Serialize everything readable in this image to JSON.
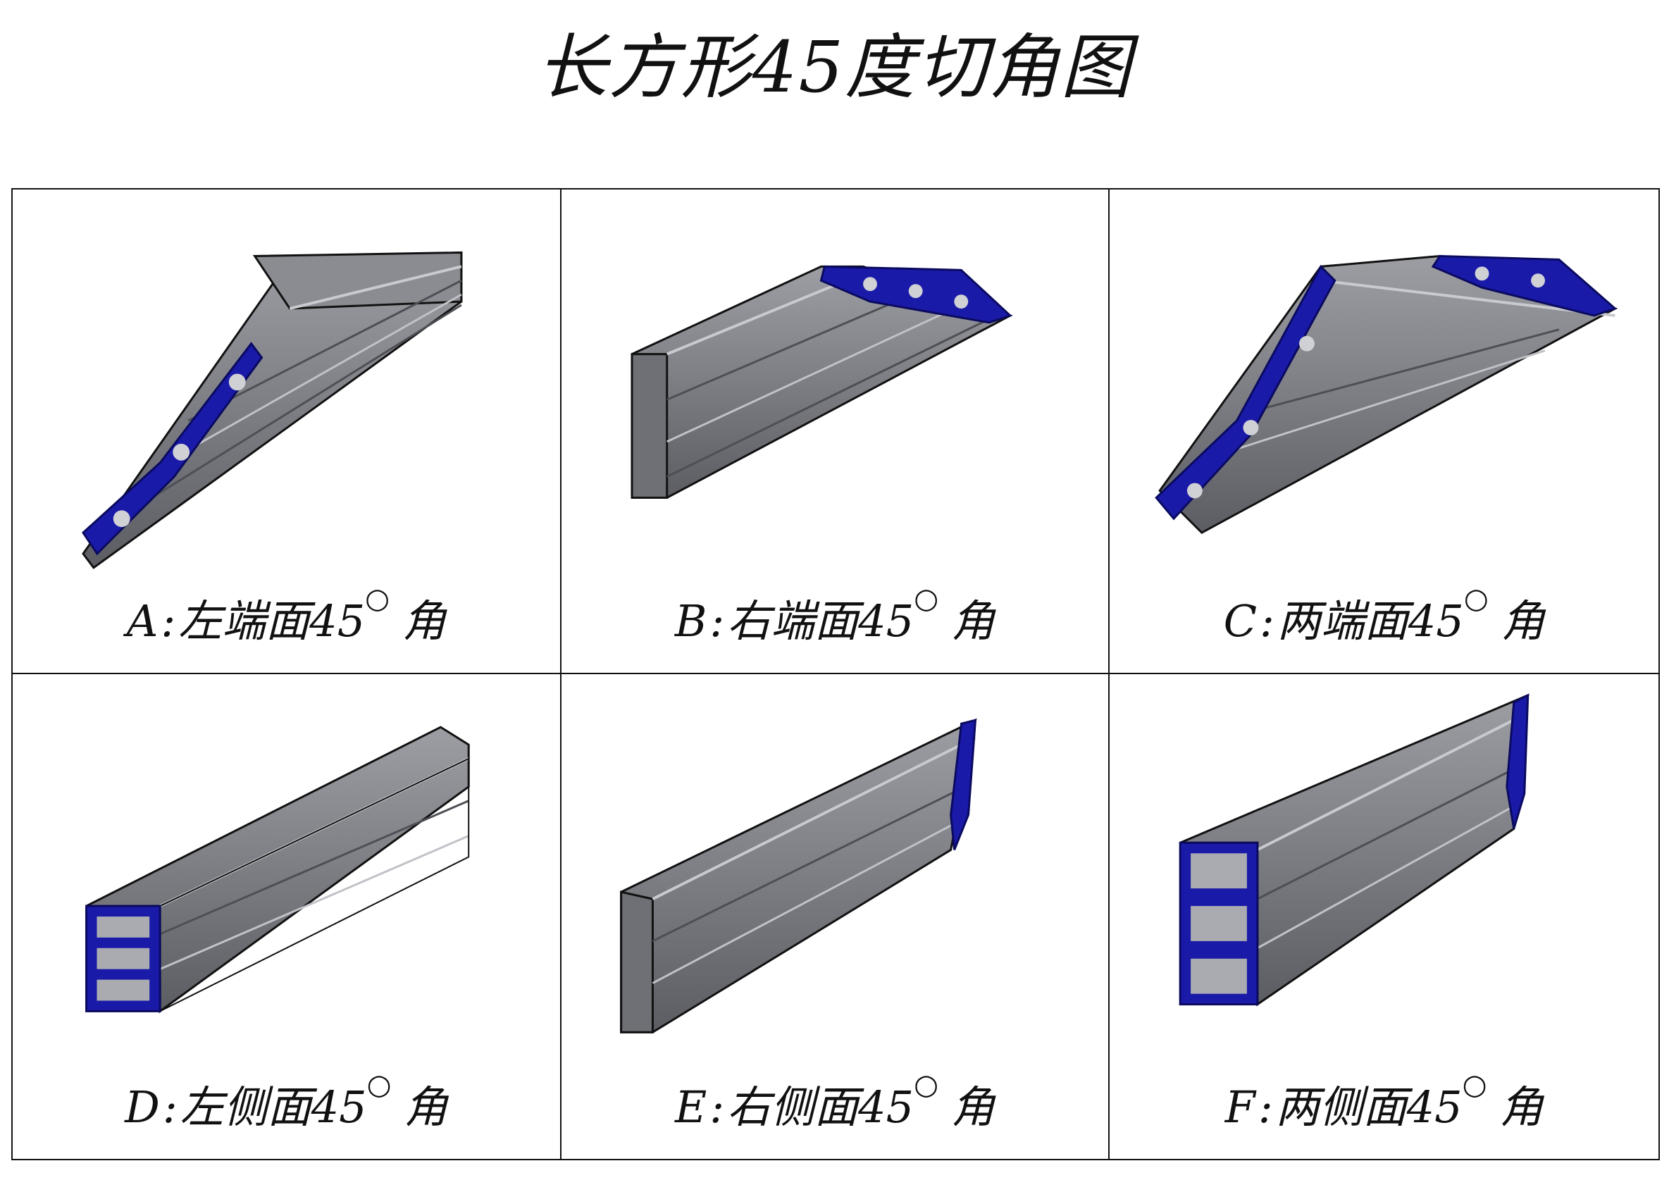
{
  "title": "长方形45度切角图",
  "panels": [
    {
      "letter": "A",
      "label": "左端面45",
      "unit": "角"
    },
    {
      "letter": "B",
      "label": "右端面45",
      "unit": "角"
    },
    {
      "letter": "C",
      "label": "两端面45",
      "unit": "角"
    },
    {
      "letter": "D",
      "label": "左侧面45",
      "unit": "角"
    },
    {
      "letter": "E",
      "label": "右侧面45",
      "unit": "角"
    },
    {
      "letter": "F",
      "label": "两侧面45",
      "unit": "角"
    }
  ],
  "symbols": {
    "separator": ":",
    "degree": "○"
  },
  "colors": {
    "profile_face": "#7f8187",
    "profile_dark": "#4a4c52",
    "profile_light": "#b7b9be",
    "cut_section": "#1a1aa8",
    "line": "#111111"
  }
}
